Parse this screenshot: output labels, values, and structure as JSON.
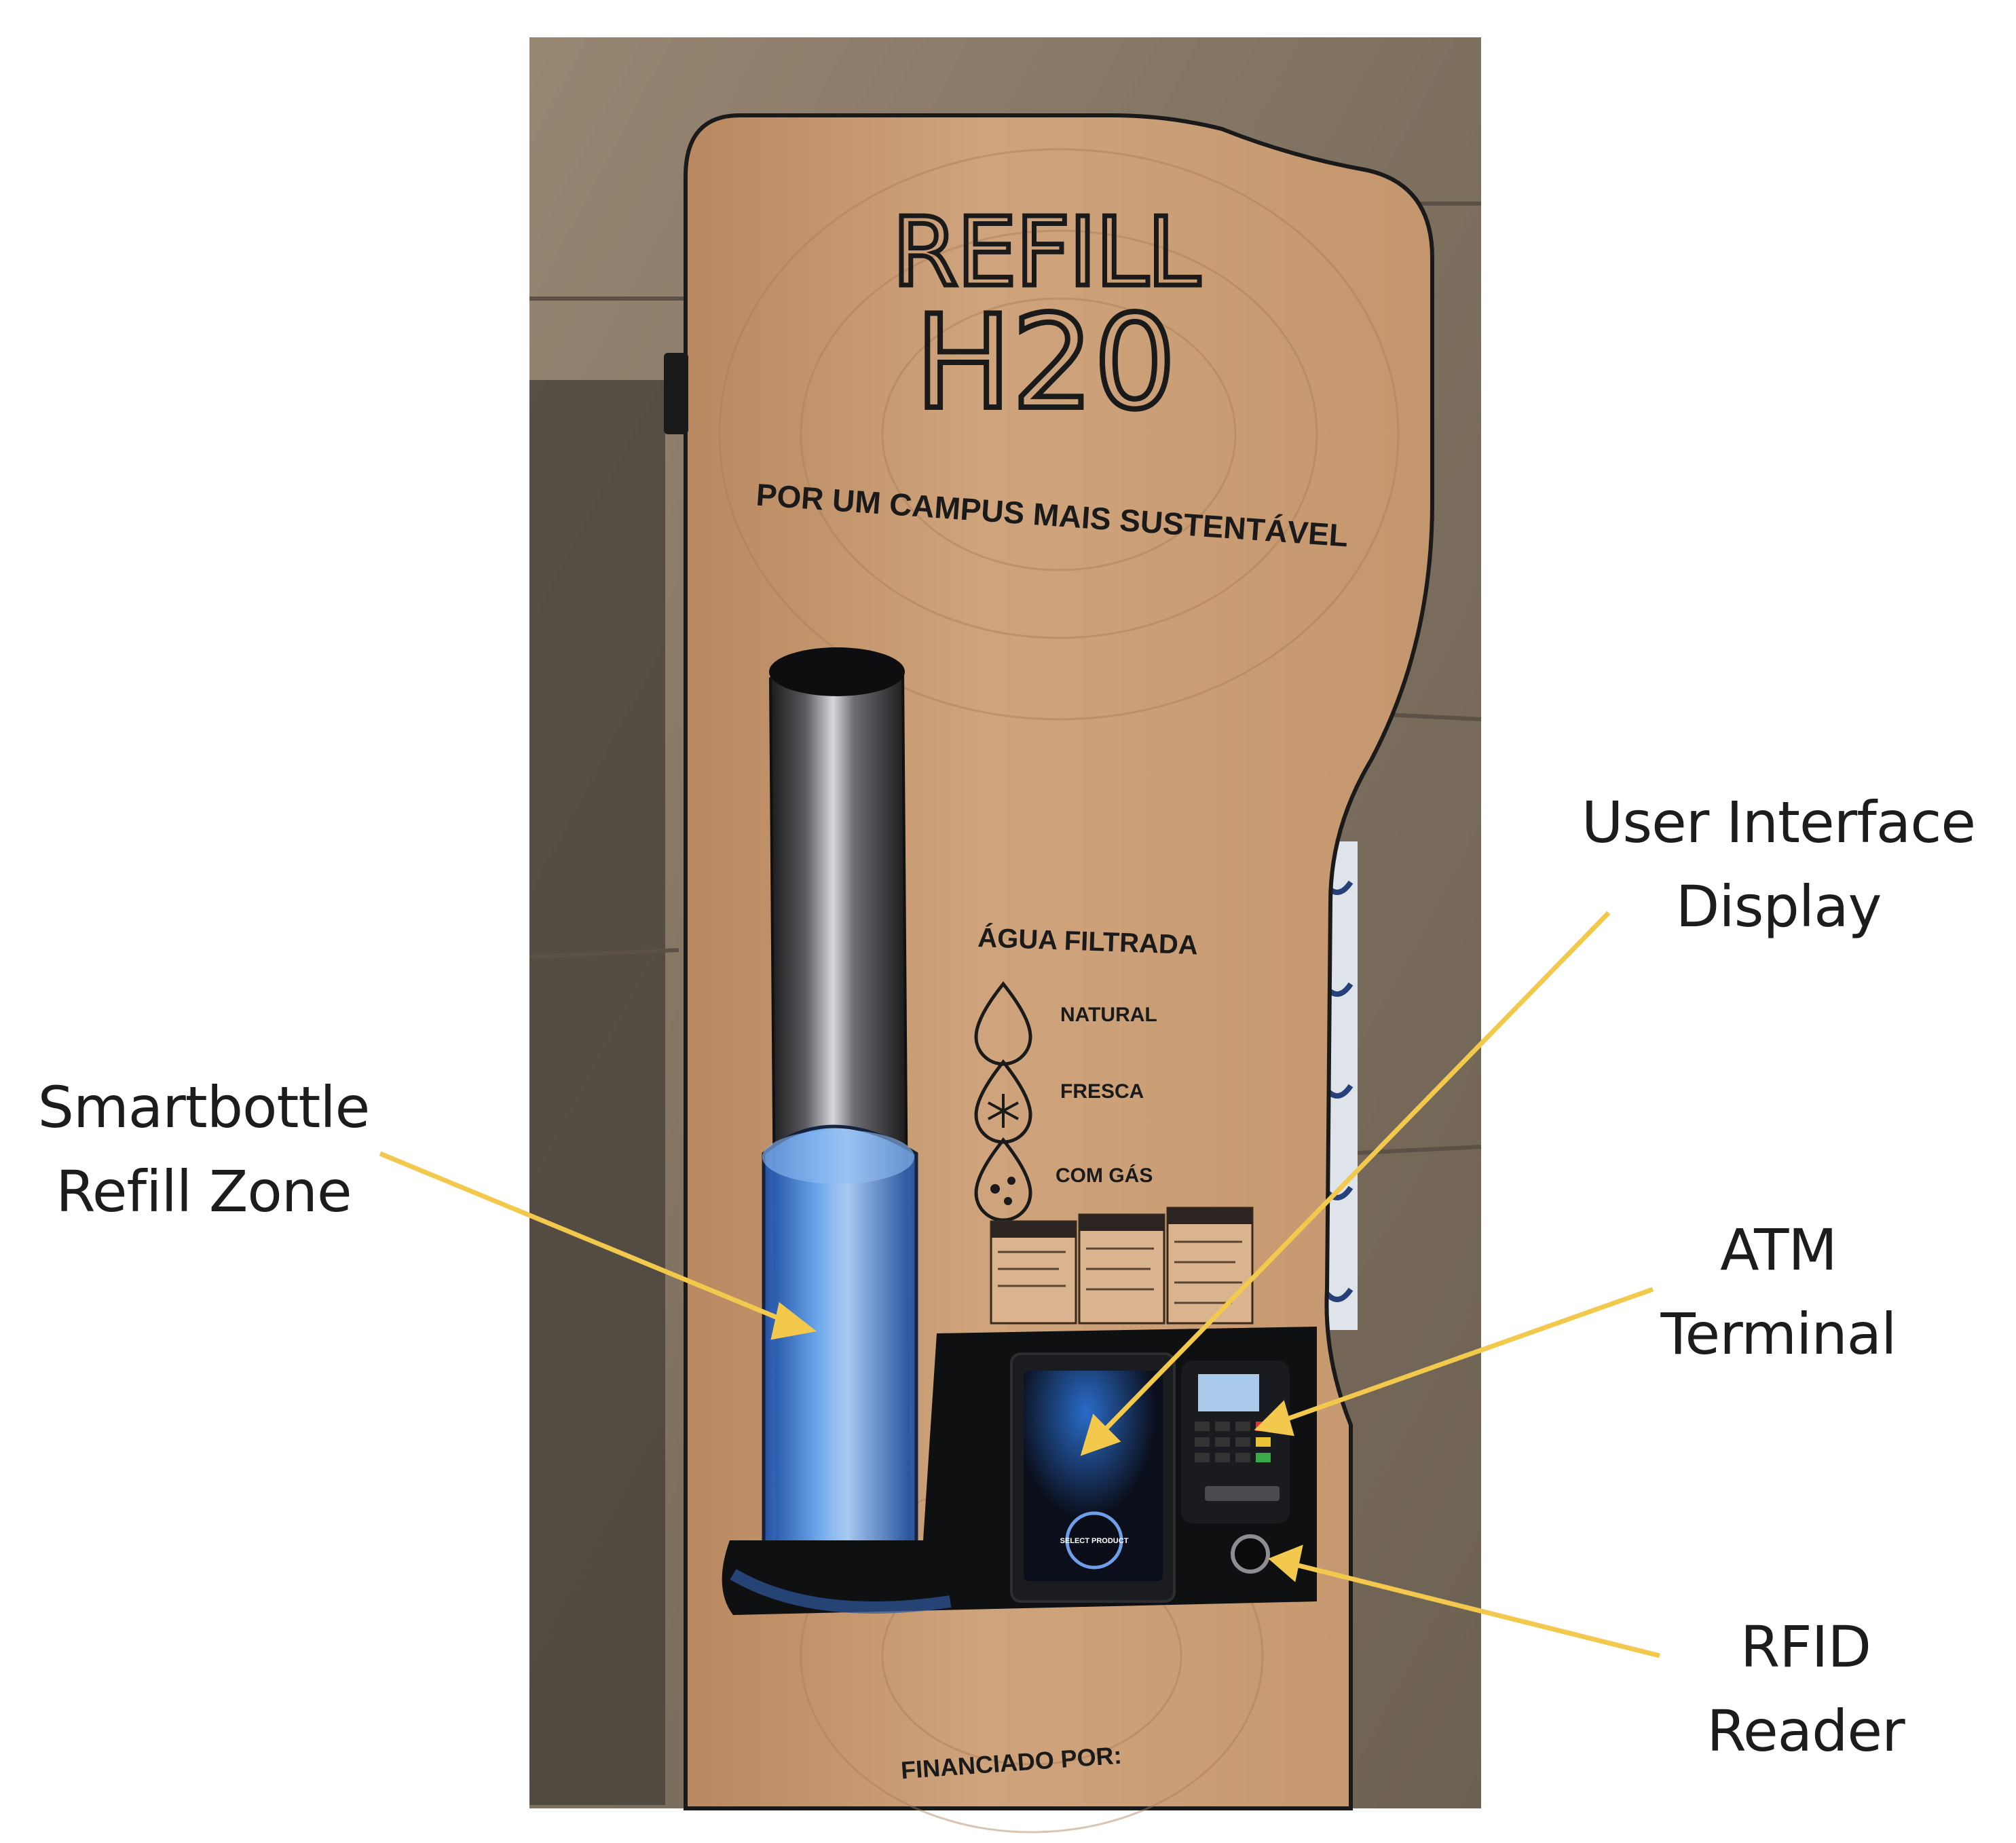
{
  "kiosk": {
    "brand_line1": "REFILL",
    "brand_line2": "H20",
    "slogan": "POR UM CAMPUS MAIS SUSTENTÁVEL",
    "water_heading": "ÁGUA FILTRADA",
    "options": [
      {
        "label": "NATURAL",
        "icon": "water-drop-icon"
      },
      {
        "label": "FRESCA",
        "icon": "snowflake-drop-icon"
      },
      {
        "label": "COM GÁS",
        "icon": "bubbles-drop-icon"
      }
    ],
    "screen_button": "SELECT PRODUCT",
    "footer": "FINANCIADO POR:"
  },
  "callouts": {
    "smartbottle": {
      "line1": "Smartbottle",
      "line2": "Refill Zone"
    },
    "ui_display": {
      "line1": "User Interface",
      "line2": "Display"
    },
    "atm": {
      "line1": "ATM",
      "line2": "Terminal"
    },
    "rfid": {
      "line1": "RFID",
      "line2": "Reader"
    }
  },
  "colors": {
    "wood": "#c89a72",
    "stone": "#8a7b6a",
    "arrow": "#f2c94c",
    "blue_glow": "#3d7bd9"
  }
}
